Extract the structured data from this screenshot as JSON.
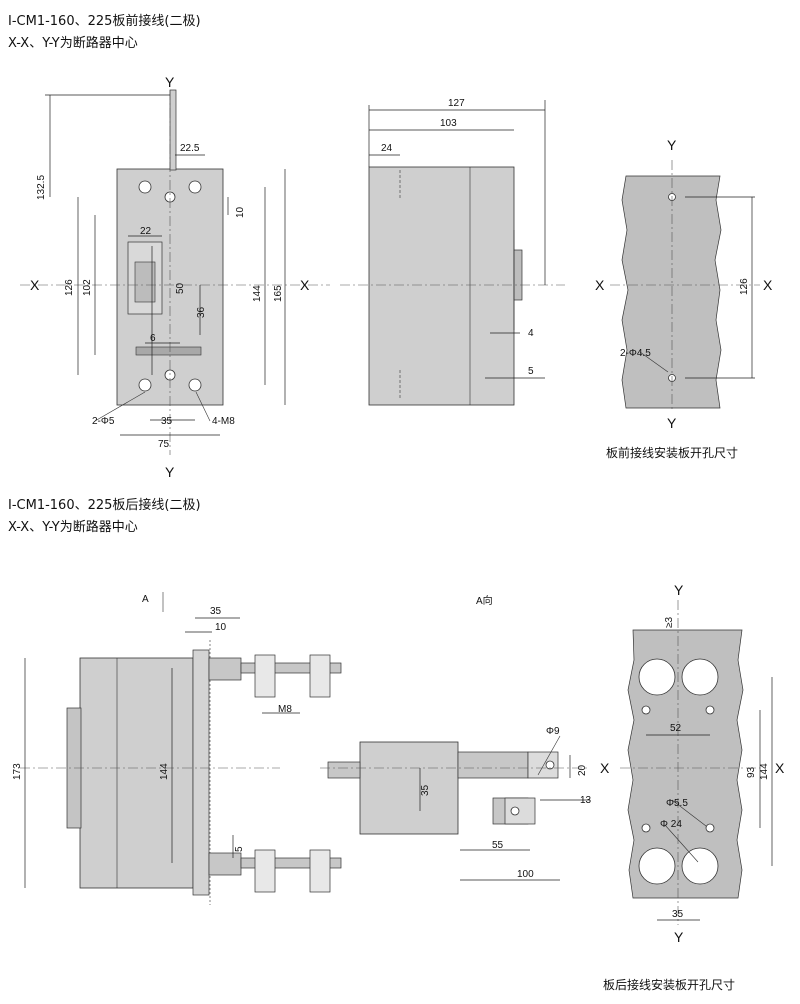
{
  "section1": {
    "title": "I-CM1-160、225板前接线(二极)",
    "note": "X-X、Y-Y为断路器中心",
    "axis_x": "X",
    "axis_y": "Y",
    "front_dims": [
      "22.5",
      "132.5",
      "10",
      "22",
      "126",
      "102",
      "50",
      "36",
      "144",
      "165",
      "6",
      "2-Φ5",
      "35",
      "4-M8",
      "75"
    ],
    "side_dims": [
      "127",
      "103",
      "24",
      "4",
      "5"
    ],
    "panel_dims": [
      "126",
      "2-Φ4.5"
    ],
    "panel_caption": "板前接线安装板开孔尺寸"
  },
  "section2": {
    "title": "I-CM1-160、225板后接线(二极)",
    "note": "X-X、Y-Y为断路器中心",
    "axis_x": "X",
    "axis_y": "Y",
    "view_a_label": "A",
    "view_a_title": "A向",
    "side_dims": [
      "35",
      "10",
      "M8",
      "173",
      "144",
      "5"
    ],
    "view_a_dims": [
      "Φ9",
      "20",
      "35",
      "13",
      "55",
      "100"
    ],
    "panel_dims": [
      "≥3",
      "52",
      "93",
      "144",
      "Φ5.5",
      "Φ 24",
      "35"
    ],
    "panel_caption": "板后接线安装板开孔尺寸"
  }
}
